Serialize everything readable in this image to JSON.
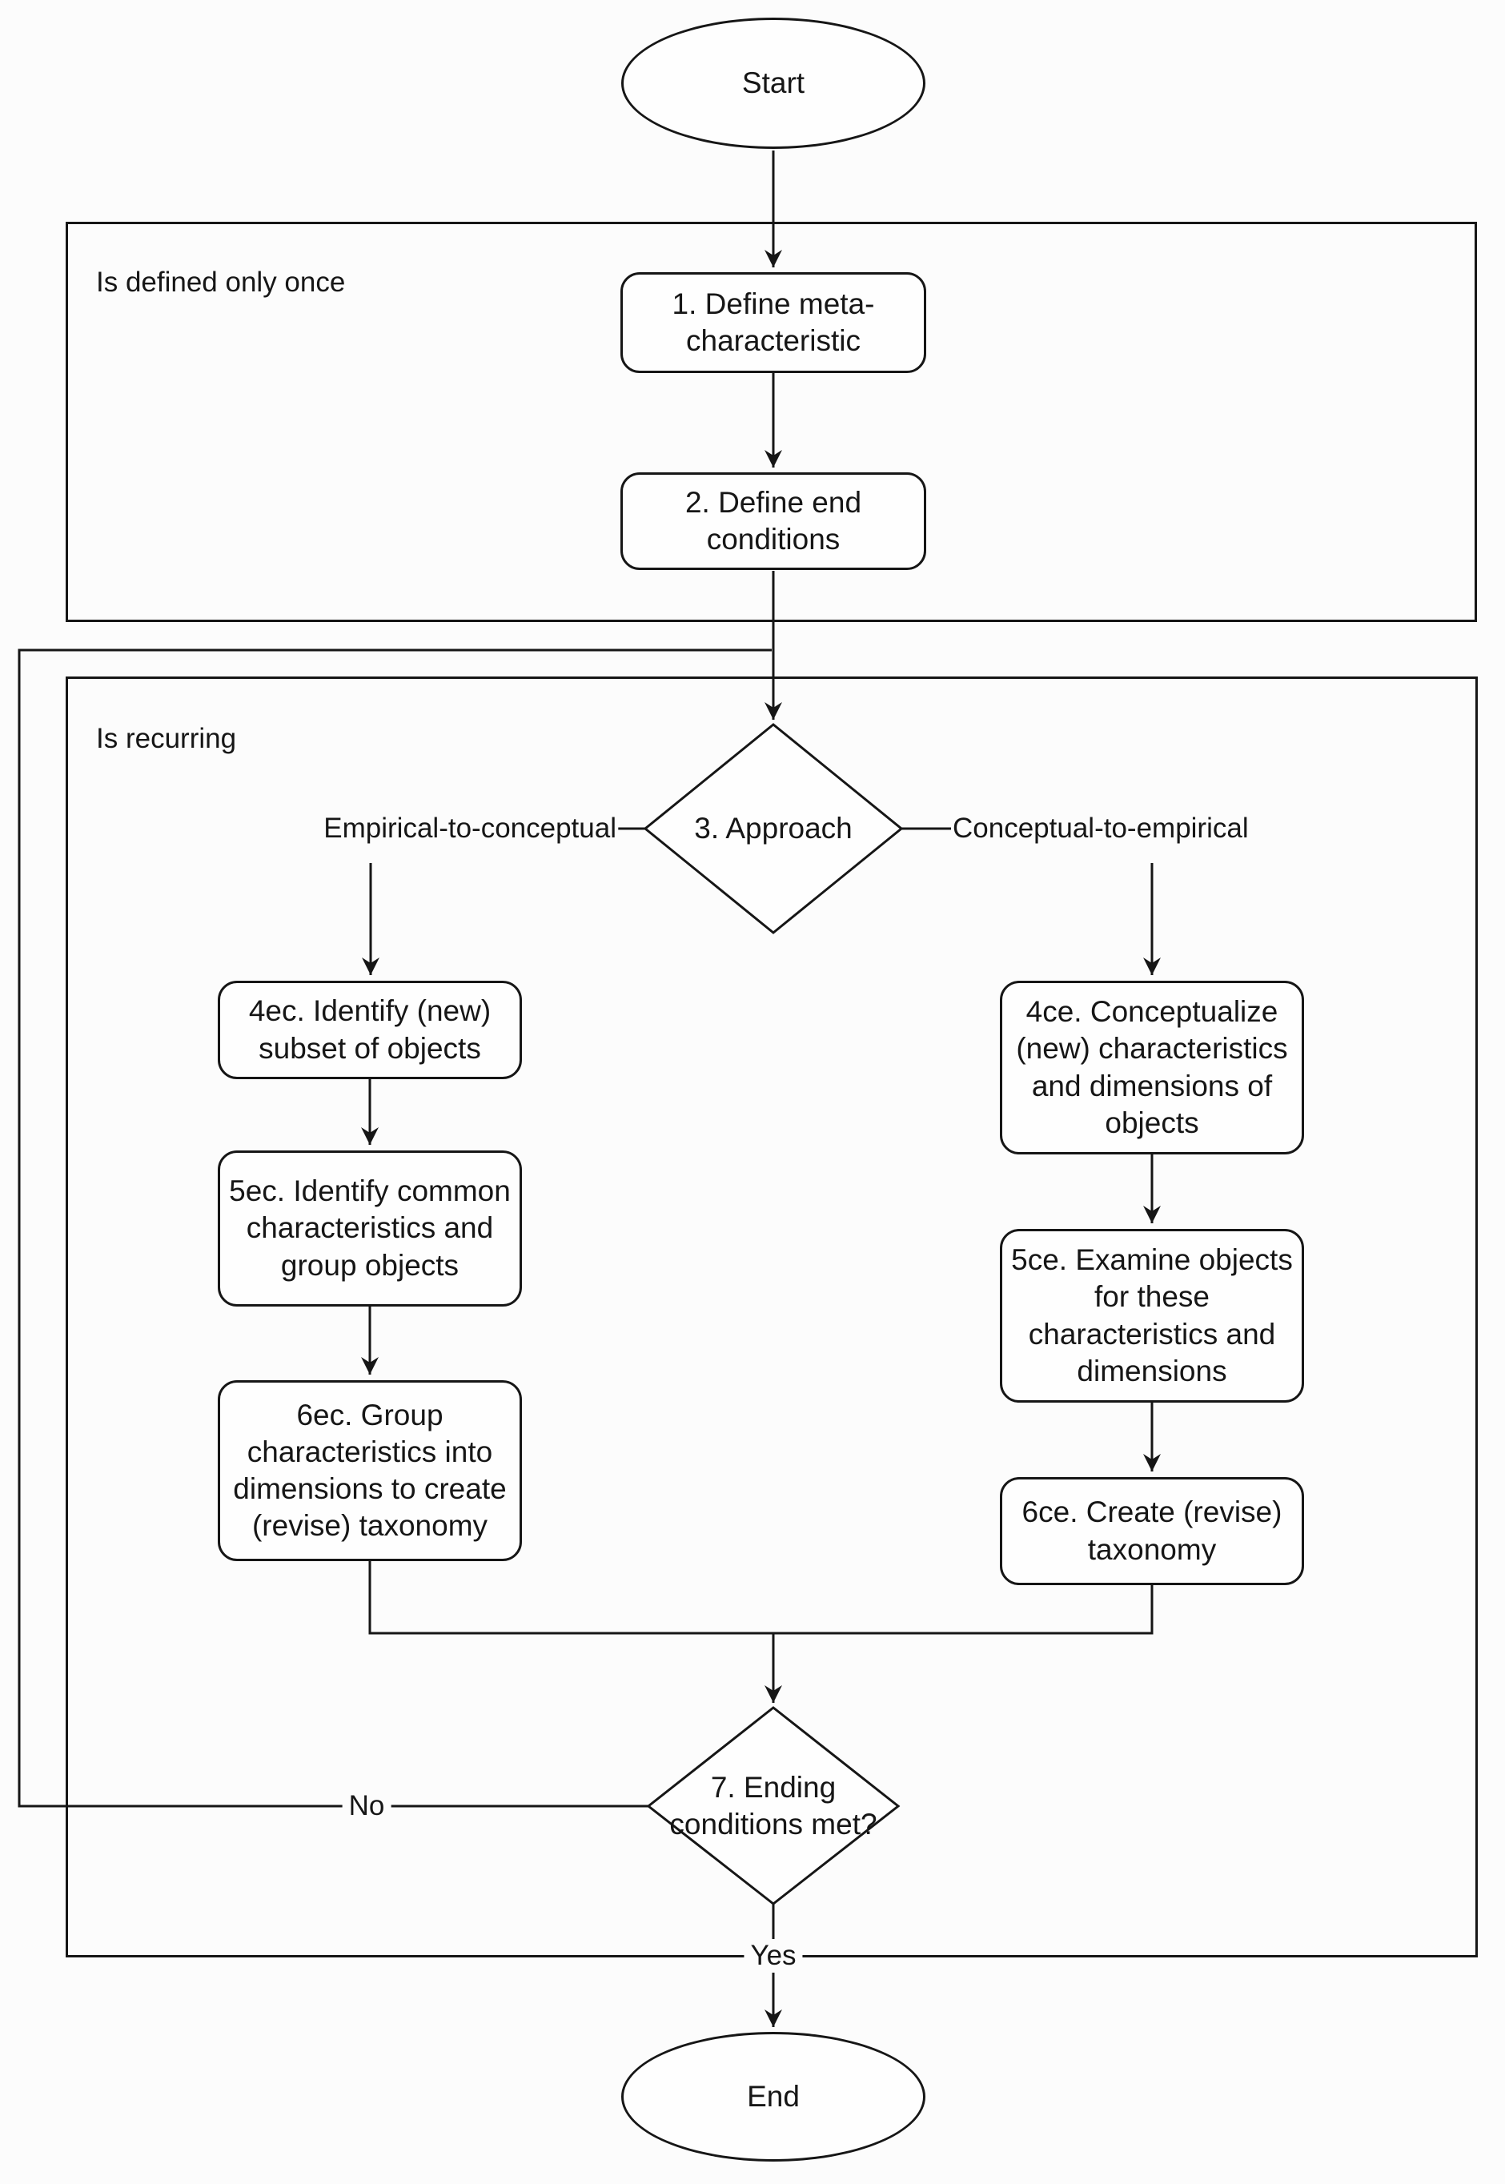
{
  "diagram": {
    "nodes": {
      "start": "Start",
      "step1": "1. Define meta-\ncharacteristic",
      "step2": "2. Define end\nconditions",
      "approach": "3. Approach",
      "step4ec": "4ec. Identify (new)\nsubset of objects",
      "step5ec": "5ec. Identify common\ncharacteristics and\ngroup objects",
      "step6ec": "6ec. Group\ncharacteristics into\ndimensions to create\n(revise) taxonomy",
      "step4ce": "4ce. Conceptualize\n(new) characteristics\nand dimensions of\nobjects",
      "step5ce": "5ce. Examine objects\nfor these\ncharacteristics and\ndimensions",
      "step6ce": "6ce. Create (revise)\ntaxonomy",
      "ending": "7. Ending\nconditions met?",
      "end": "End"
    },
    "containers": {
      "defined_once": "Is defined only once",
      "recurring": "Is recurring"
    },
    "edge_labels": {
      "empirical": "Empirical-to-conceptual",
      "conceptual": "Conceptual-to-empirical",
      "no": "No",
      "yes": "Yes"
    },
    "colors": {
      "stroke": "#161616",
      "node_fill": "#fefefe",
      "background": "#fcfcfc",
      "text": "#161616"
    }
  }
}
